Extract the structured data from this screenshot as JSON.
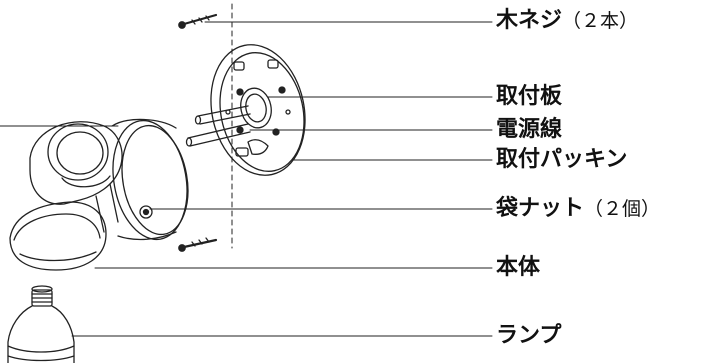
{
  "labels": {
    "wood_screw": {
      "text": "木ネジ",
      "qty": "（２本）"
    },
    "mounting_plate": {
      "text": "取付板"
    },
    "power_cable": {
      "text": "電源線"
    },
    "mounting_packing": {
      "text": "取付パッキン"
    },
    "cap_nut": {
      "text": "袋ナット",
      "qty": "（２個）"
    },
    "body": {
      "text": "本体"
    },
    "lamp": {
      "text": "ランプ"
    }
  }
}
